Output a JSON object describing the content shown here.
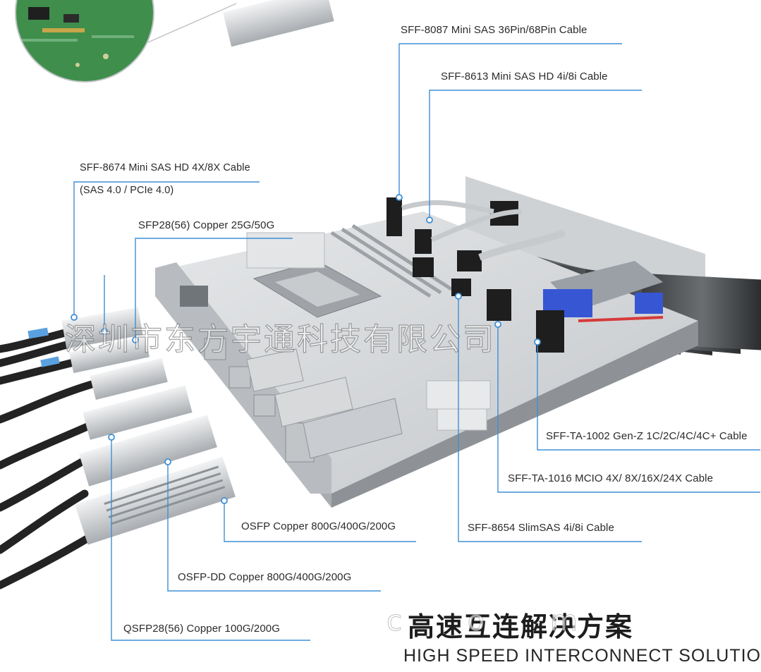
{
  "labels": {
    "sff8087": "SFF-8087 Mini SAS 36Pin/68Pin Cable",
    "sff8613": "SFF-8613 Mini SAS HD 4i/8i Cable",
    "sff8674": "SFF-8674 Mini SAS HD 4X/8X Cable",
    "sff8674_sub": "(SAS 4.0 / PCIe 4.0)",
    "sfp28": "SFP28(56) Copper 25G/50G",
    "sffta1002": "SFF-TA-1002 Gen-Z 1C/2C/4C/4C+ Cable",
    "sffta1016": "SFF-TA-1016 MCIO 4X/ 8X/16X/24X Cable",
    "sff8654": "SFF-8654 SlimSAS 4i/8i Cable",
    "osfp": "OSFP Copper 800G/400G/200G",
    "osfpdd": "OSFP-DD Copper 800G/400G/200G",
    "qsfp28": "QSFP28(56) Copper 100G/200G"
  },
  "watermark": "深圳市东方宇通科技有限公司",
  "title_watermark": "c o m",
  "title_cn": "高速互连解决方案",
  "title_en": "HIGH SPEED INTERCONNECT SOLUTION",
  "colors": {
    "leader": "#3e8fd6",
    "board": "#d3d6d9",
    "pcb": "#3a8a4a",
    "cable": "#2a2a2a"
  }
}
